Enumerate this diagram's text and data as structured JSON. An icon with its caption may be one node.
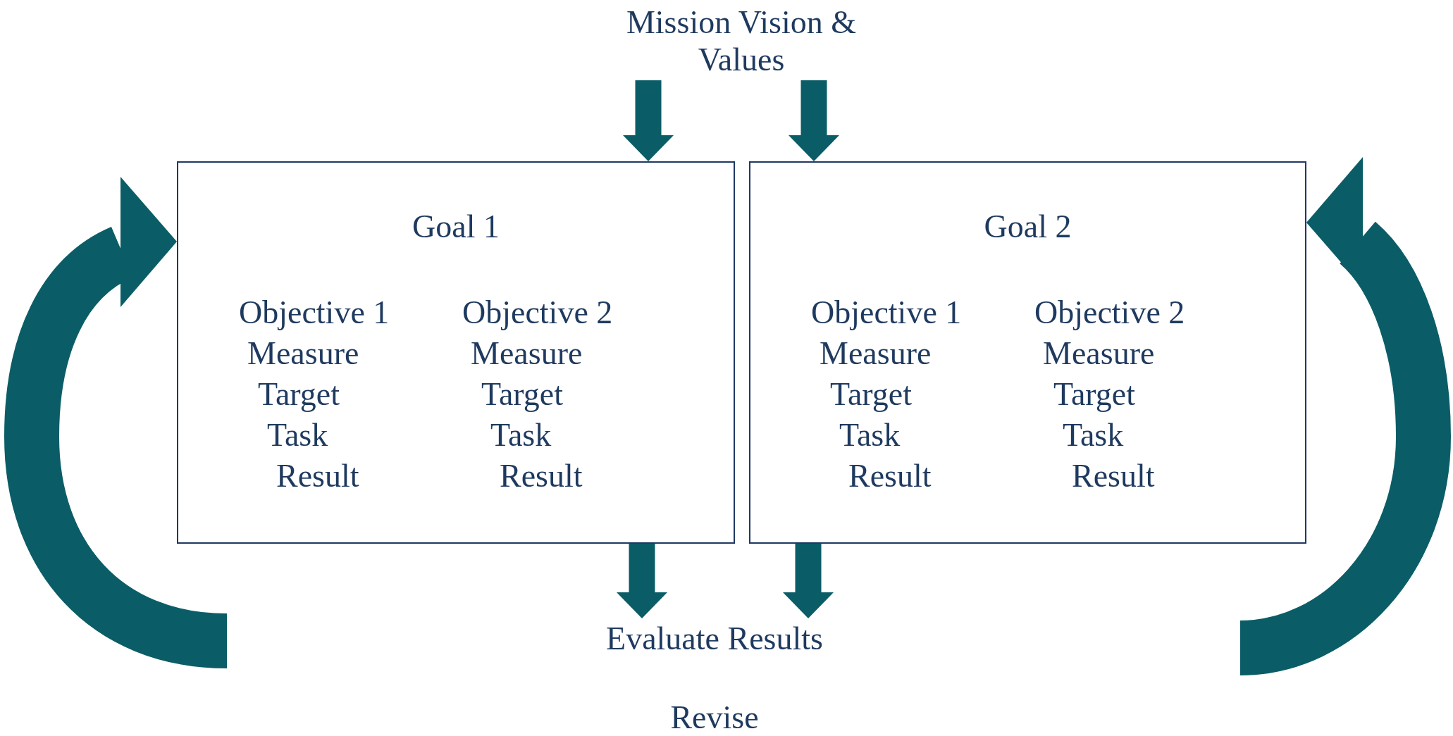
{
  "diagram": {
    "nodes": [
      {
        "text": [
          "Mission Vision & Values"
        ]
      },
      {
        "text": [
          "Goal 1",
          "Objective 1",
          "Objective 2",
          "Measure",
          "Measure",
          "Target",
          "Target",
          "Task",
          "Task",
          "Result",
          "Result"
        ]
      },
      {
        "text": [
          "Goal 2",
          "Objective 1",
          "Objective 2",
          "Measure",
          "Measure",
          "Target",
          "Target",
          "Task",
          "Task",
          "Result",
          "Result"
        ]
      },
      {
        "text": [
          "Evaluate Results"
        ]
      },
      {
        "text": [
          "Revise"
        ]
      }
    ],
    "edges": [
      {
        "from": 0,
        "to": 1,
        "arrow": "to"
      },
      {
        "from": 0,
        "to": 2,
        "arrow": "to"
      },
      {
        "from": 1,
        "to": 3,
        "arrow": "to"
      },
      {
        "from": 2,
        "to": 3,
        "arrow": "to"
      },
      {
        "from": null,
        "to": 1,
        "arrow": "to"
      },
      {
        "from": null,
        "to": 2,
        "arrow": "to"
      }
    ]
  }
}
